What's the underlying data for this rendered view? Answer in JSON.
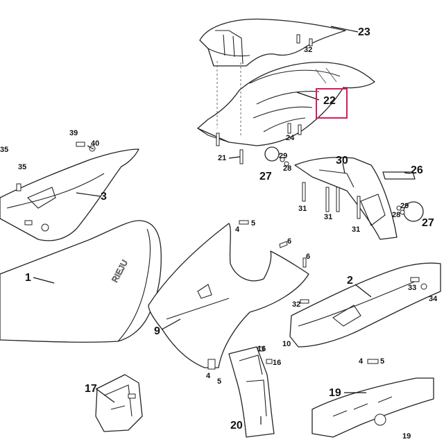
{
  "diagram": {
    "highlighted_callout": "22",
    "highlight_color": "#d81b60",
    "callouts": {
      "c1": "1",
      "c2": "2",
      "c3": "3",
      "c4a": "4",
      "c4b": "4",
      "c4c": "4",
      "c5a": "5",
      "c5b": "5",
      "c5c": "5",
      "c6a": "6",
      "c6b": "6",
      "c9": "9",
      "c10": "10",
      "c16a": "16",
      "c16b": "16",
      "c17": "17",
      "c19": "19",
      "c20": "20",
      "c21": "21",
      "c22": "22",
      "c23": "23",
      "c24": "24",
      "c26": "26",
      "c27a": "27",
      "c27b": "27",
      "c28a": "28",
      "c28b": "28",
      "c29a": "29",
      "c29b": "29",
      "c30": "30",
      "c31a": "31",
      "c31b": "31",
      "c31c": "31",
      "c32a": "32",
      "c32b": "32",
      "c33": "33",
      "c34": "34",
      "c35a": "35",
      "c35b": "35",
      "c39": "39",
      "c40": "40",
      "c19b": "19"
    },
    "seat_brand_text": "RIEJU"
  }
}
